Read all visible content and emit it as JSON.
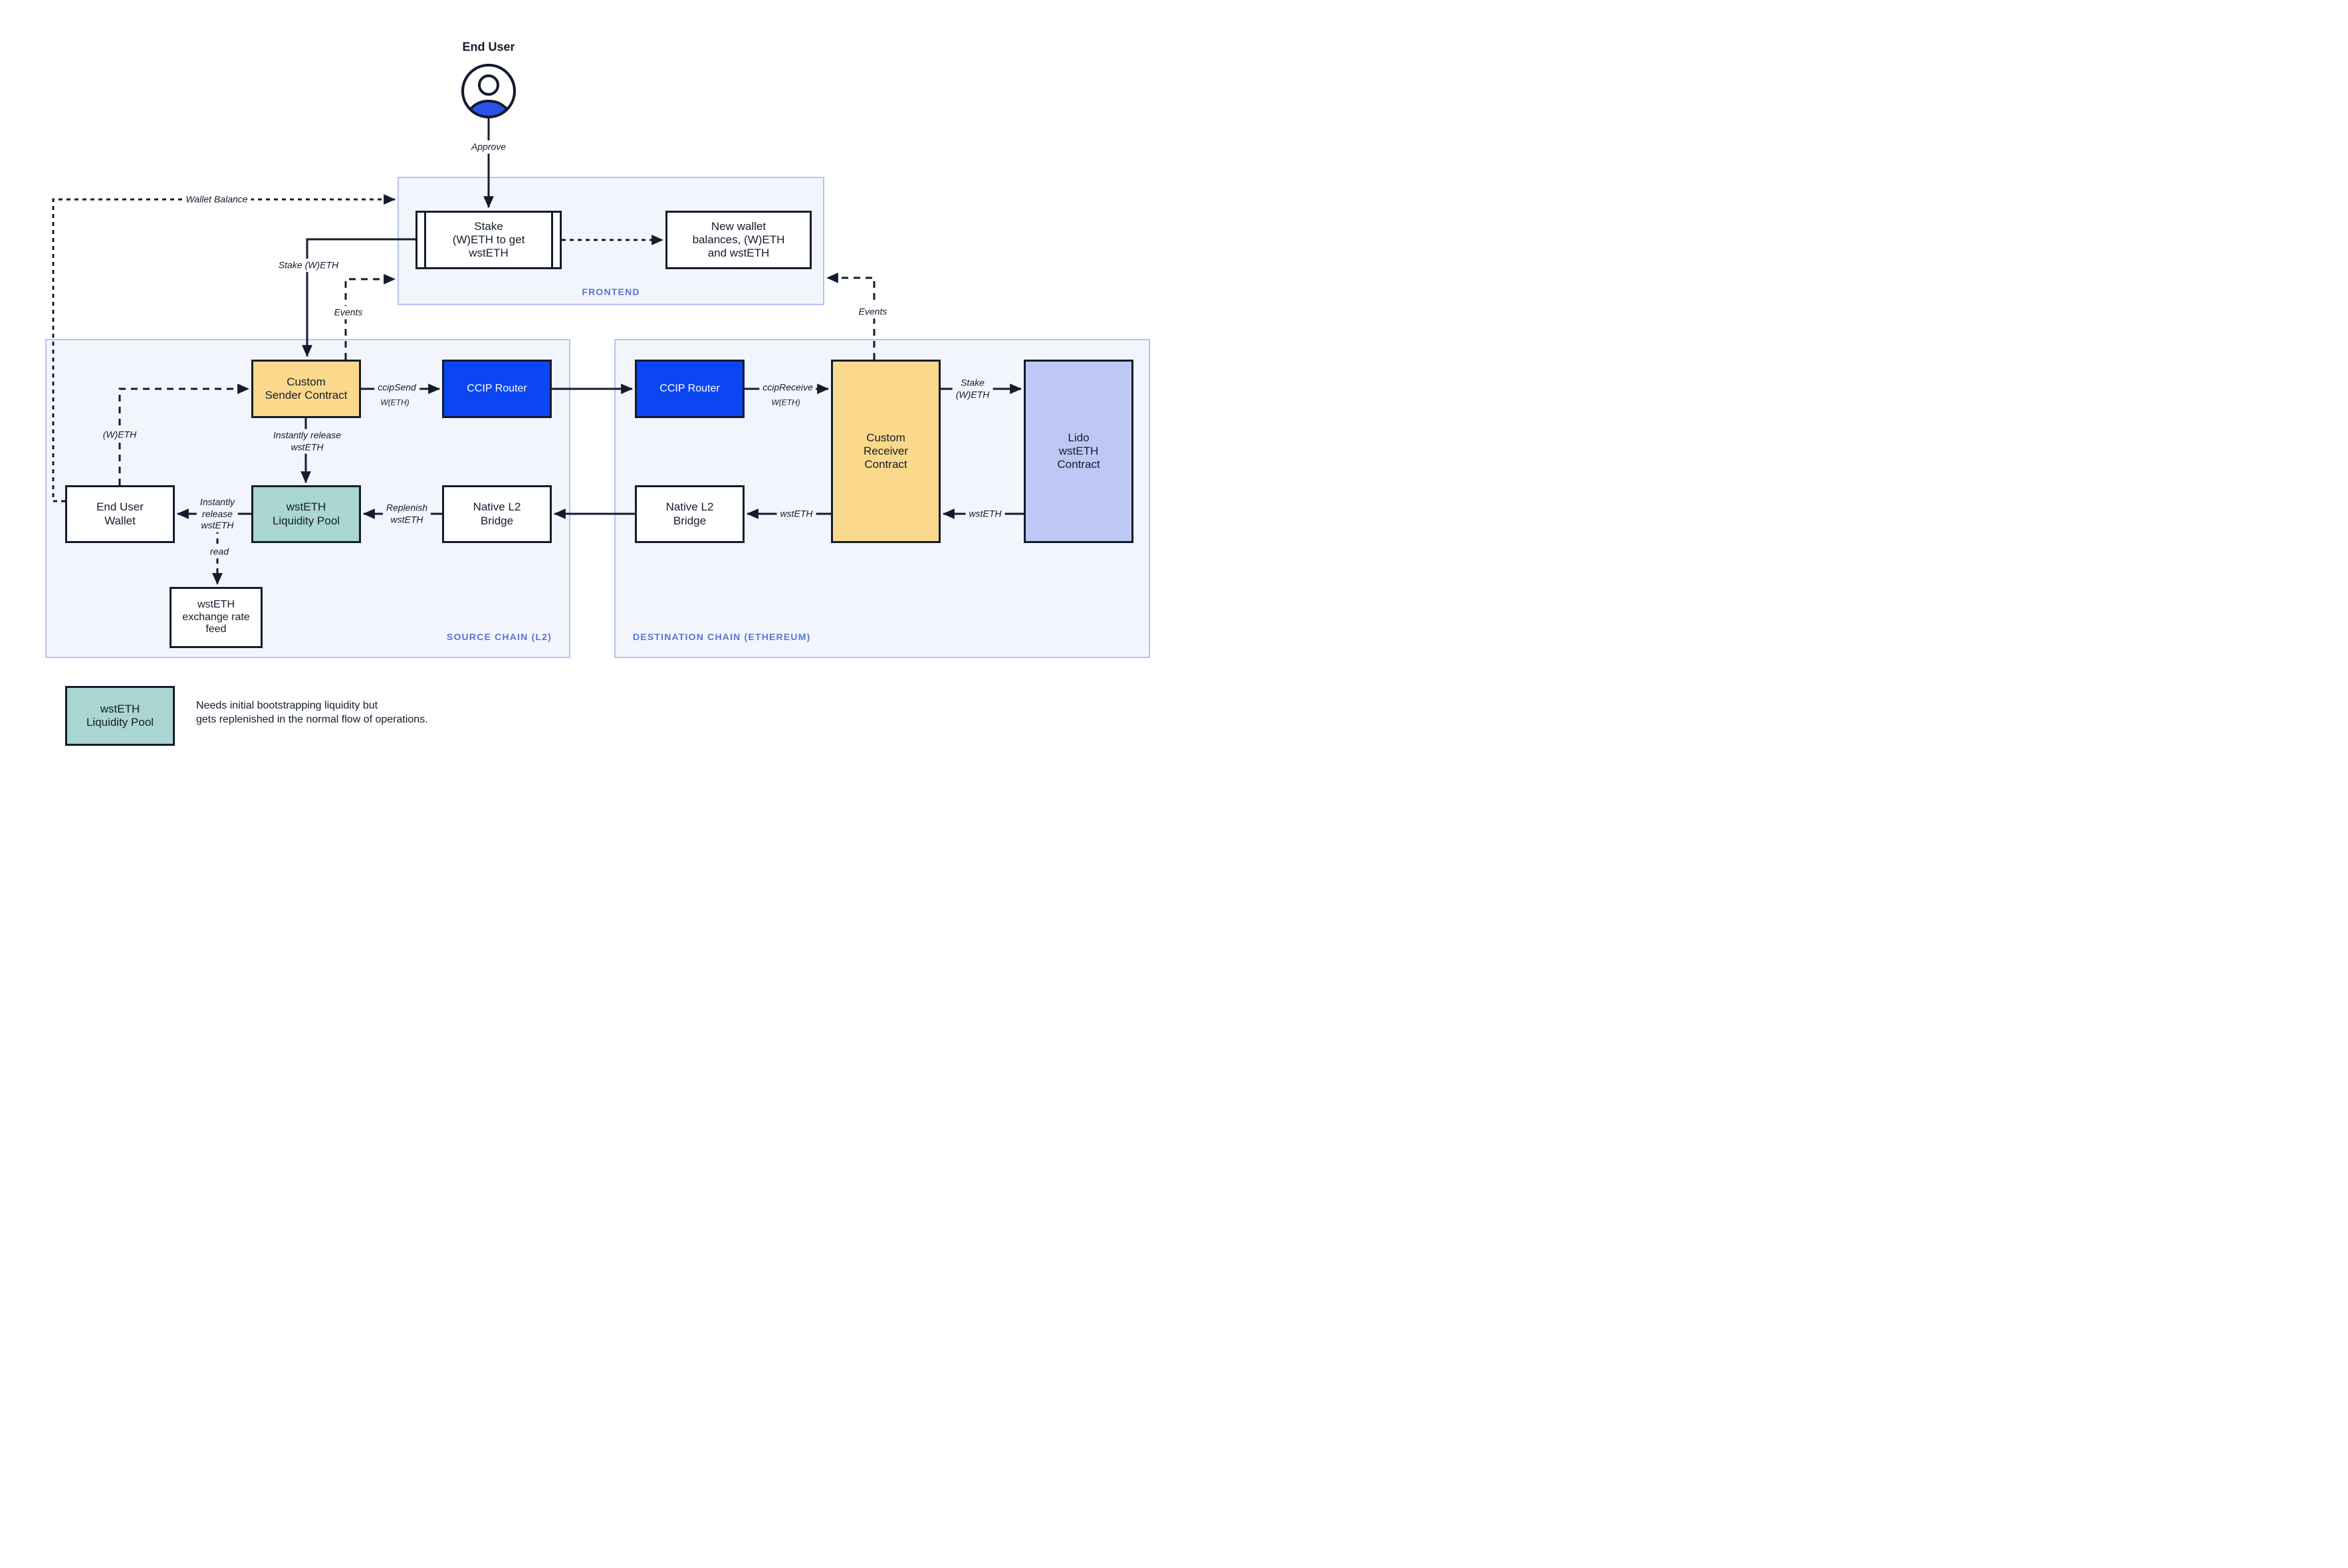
{
  "actor": {
    "title": "End User",
    "action": "Approve"
  },
  "zones": {
    "frontend": {
      "label": "FRONTEND"
    },
    "source": {
      "label": "SOURCE CHAIN (L2)"
    },
    "destination": {
      "label": "DESTINATION CHAIN (ETHEREUM)"
    }
  },
  "nodes": {
    "stake_action": {
      "label": "Stake\n(W)ETH to get\nwstETH"
    },
    "new_balances": {
      "label": "New wallet\nbalances, (W)ETH\nand wstETH"
    },
    "custom_sender": {
      "label": "Custom\nSender Contract"
    },
    "ccip_router_source": {
      "label": "CCIP Router"
    },
    "ccip_router_destination": {
      "label": "CCIP Router"
    },
    "custom_receiver": {
      "label": "Custom\nReceiver\nContract"
    },
    "lido_contract": {
      "label": "Lido\nwstETH\nContract"
    },
    "end_user_wallet": {
      "label": "End User\nWallet"
    },
    "liquidity_pool": {
      "label": "wstETH\nLiquidity Pool"
    },
    "native_bridge_source": {
      "label": "Native L2\nBridge"
    },
    "native_bridge_destination": {
      "label": "Native L2\nBridge"
    },
    "rate_feed": {
      "label": "wstETH\nexchange rate\nfeed"
    }
  },
  "edge_labels": {
    "wallet_balance": "Wallet Balance",
    "stake_weth": "Stake (W)ETH",
    "events_source": "Events",
    "events_destination": "Events",
    "ccip_send": "ccipSend",
    "ccip_send_token": "W(ETH)",
    "ccip_receive": "ccipReceive",
    "ccip_receive_token": "W(ETH)",
    "stake_weth_destination": "Stake\n(W)ETH",
    "wsteth_from_lido": "wstETH",
    "wsteth_to_bridge": "wstETH",
    "replenish": "Replenish\nwstETH",
    "instant_release_wallet": "Instantly\nrelease\nwstETH",
    "instant_release_pool": "Instantly release\nwstETH",
    "weth": "(W)ETH",
    "read": "read"
  },
  "legend": {
    "swatch_label": "wstETH\nLiquidity Pool",
    "note": "Needs initial bootstrapping liquidity but\ngets replenished in the normal flow of operations."
  },
  "colors": {
    "ink": "#131B2E",
    "panel_bg": "#F3F5FC",
    "panel_border": "#B7C3F0",
    "zone_label": "#5B74D6",
    "node_yellow": "#FBD98C",
    "node_blue": "#0B46F2",
    "node_teal": "#A9D6D0",
    "node_lavender": "#BDC9F4",
    "node_white": "#FFFFFF",
    "avatar_blue": "#2B52E8"
  }
}
